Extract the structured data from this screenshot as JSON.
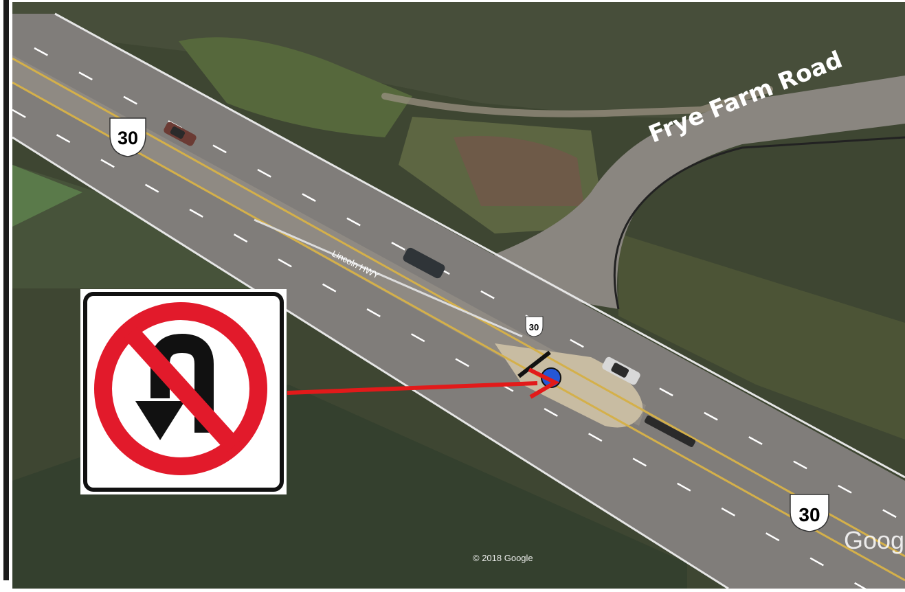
{
  "map": {
    "road_label": "Frye Farm Road",
    "highway_label": "Lincoln HWY",
    "route_number": "30",
    "copyright": "© 2018 Google",
    "watermark": "Goog"
  },
  "colors": {
    "pavement": "#807d7a",
    "median_yellow": "#d4b04a",
    "grass_dark": "#3c4532",
    "grass_light": "#56683d",
    "arrow_red": "#e21a1a",
    "sign_red": "#e21a2b"
  },
  "icons": {
    "sign": "no-u-turn-sign",
    "arrow": "red-arrow",
    "shield": "us-route-shield"
  }
}
